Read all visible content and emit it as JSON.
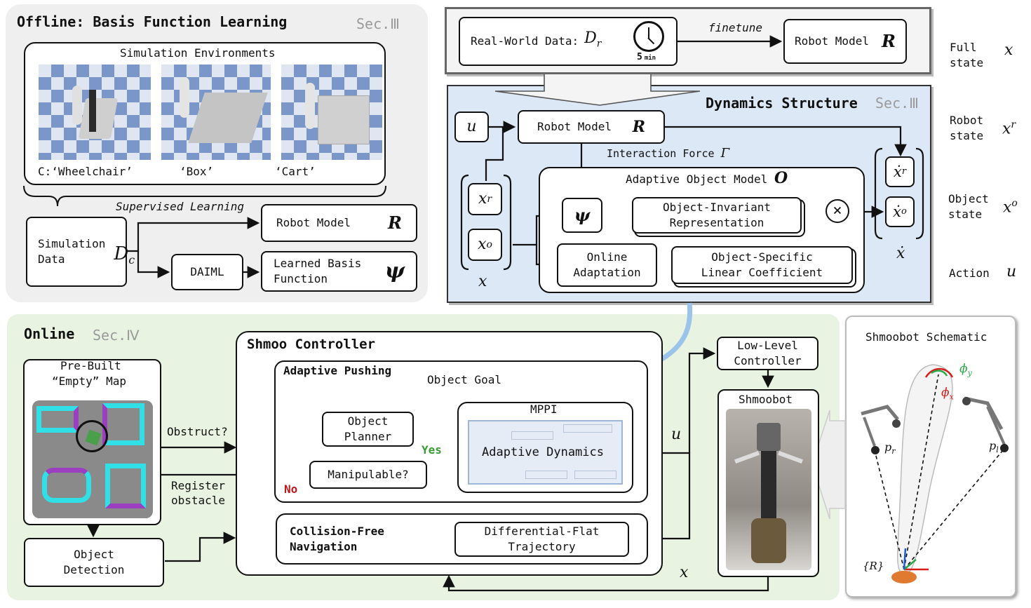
{
  "offline": {
    "title": "Offline: Basis Function Learning",
    "section": "Sec.Ⅲ",
    "sim_title": "Simulation Environments",
    "env_labels": [
      "C:‘Wheelchair’",
      "‘Box’",
      "‘Cart’"
    ],
    "supervised": "Supervised Learning",
    "sim_data_1": "Simulation",
    "sim_data_2": "Data",
    "dc": "D",
    "dc_sub": "c",
    "robot_model": "Robot Model",
    "robot_sym": "R",
    "daiml": "DAIML",
    "basis_1": "Learned Basis",
    "basis_2": "Function",
    "psi": "ψ"
  },
  "top": {
    "real_world": "Real-World Data:",
    "dr": "D",
    "dr_sub": "r",
    "minutes": "5",
    "min_unit": "min",
    "finetune": "finetune",
    "robot_model": "Robot Model",
    "robot_sym": "R"
  },
  "dynamics": {
    "title": "Dynamics Structure",
    "section": "Sec.Ⅲ",
    "u": "u",
    "robot_model": "Robot Model",
    "robot_sym": "R",
    "interaction": "Interaction Force",
    "gamma": "Γ",
    "adaptive_model": "Adaptive Object Model",
    "o_sym": "O",
    "xr": "x",
    "xr_sup": "r",
    "xo": "x",
    "xo_sup": "o",
    "psi": "ψ",
    "invariant_1": "Object-Invariant",
    "invariant_2": "Representation",
    "online_1": "Online",
    "online_2": "Adaptation",
    "specific_1": "Object-Specific",
    "specific_2": "Linear Coefficient",
    "times": "×",
    "xdot_r": "ẋ",
    "xdot_r_sup": "r",
    "xdot_o": "ẋ",
    "xdot_o_sup": "o",
    "xdot": "ẋ",
    "x": "x"
  },
  "legend": [
    {
      "label_1": "Full",
      "label_2": "state",
      "sym": "x",
      "sup": ""
    },
    {
      "label_1": "Robot",
      "label_2": "state",
      "sym": "x",
      "sup": "r"
    },
    {
      "label_1": "Object",
      "label_2": "state",
      "sym": "x",
      "sup": "o"
    },
    {
      "label_1": "Action",
      "label_2": "",
      "sym": "u",
      "sup": ""
    }
  ],
  "online": {
    "title": "Online",
    "section": "Sec.Ⅳ",
    "map_1": "Pre-Built",
    "map_2": "“Empty” Map",
    "detection_1": "Object",
    "detection_2": "Detection",
    "obstruct": "Obstruct?",
    "register_1": "Register",
    "register_2": "obstacle",
    "controller": "Shmoo Controller",
    "pushing": "Adaptive Pushing",
    "object_goal": "Object Goal",
    "planner_1": "Object",
    "planner_2": "Planner",
    "yes": "Yes",
    "no": "No",
    "manipulable": "Manipulable?",
    "mppi": "MPPI",
    "adaptive_dynamics": "Adaptive Dynamics",
    "nav_1": "Collision-Free",
    "nav_2": "Navigation",
    "traj_1": "Differential-Flat",
    "traj_2": "Trajectory",
    "u": "u",
    "x": "x",
    "low_level_1": "Low-Level",
    "low_level_2": "Controller",
    "shmoobot": "Shmoobot"
  },
  "schematic": {
    "title": "Shmoobot Schematic",
    "phi_y": "ϕ",
    "phi_y_sub": "y",
    "phi_x": "ϕ",
    "phi_x_sub": "x",
    "pr": "p",
    "pr_sub": "r",
    "pl": "p",
    "pl_sub": "l",
    "frame": "{R}"
  },
  "colors": {
    "offline_bg": "#efefef",
    "dynamics_bg": "#dce8f6",
    "top_bg": "#f4f4f4",
    "online_bg": "#e8f3e2",
    "yes_color": "#3a9a35",
    "no_color": "#c01818",
    "arrow_blue": "#9cc3ea"
  }
}
